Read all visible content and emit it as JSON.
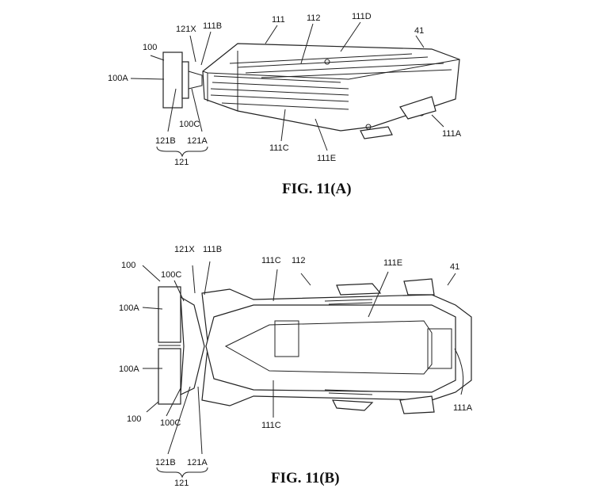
{
  "figure_a": {
    "caption": "FIG. 11(A)",
    "labels": {
      "l100": "100",
      "l121X": "121X",
      "l111B": "111B",
      "l111": "111",
      "l112": "112",
      "l111D": "111D",
      "l41": "41",
      "l100A": "100A",
      "l100C": "100C",
      "l121B": "121B",
      "l121A": "121A",
      "l121": "121",
      "l111C": "111C",
      "l111E": "111E",
      "l111A": "111A"
    }
  },
  "figure_b": {
    "caption": "FIG. 11(B)",
    "labels": {
      "l121X": "121X",
      "l111B": "111B",
      "l100top": "100",
      "l100Ctop": "100C",
      "l111Ctop": "111C",
      "l112": "112",
      "l111E": "111E",
      "l41": "41",
      "l100Atop": "100A",
      "l100Abot": "100A",
      "l100bot": "100",
      "l100Cbot": "100C",
      "l111Cbot": "111C",
      "l121B": "121B",
      "l121A": "121A",
      "l121": "121",
      "l111A": "111A"
    }
  }
}
